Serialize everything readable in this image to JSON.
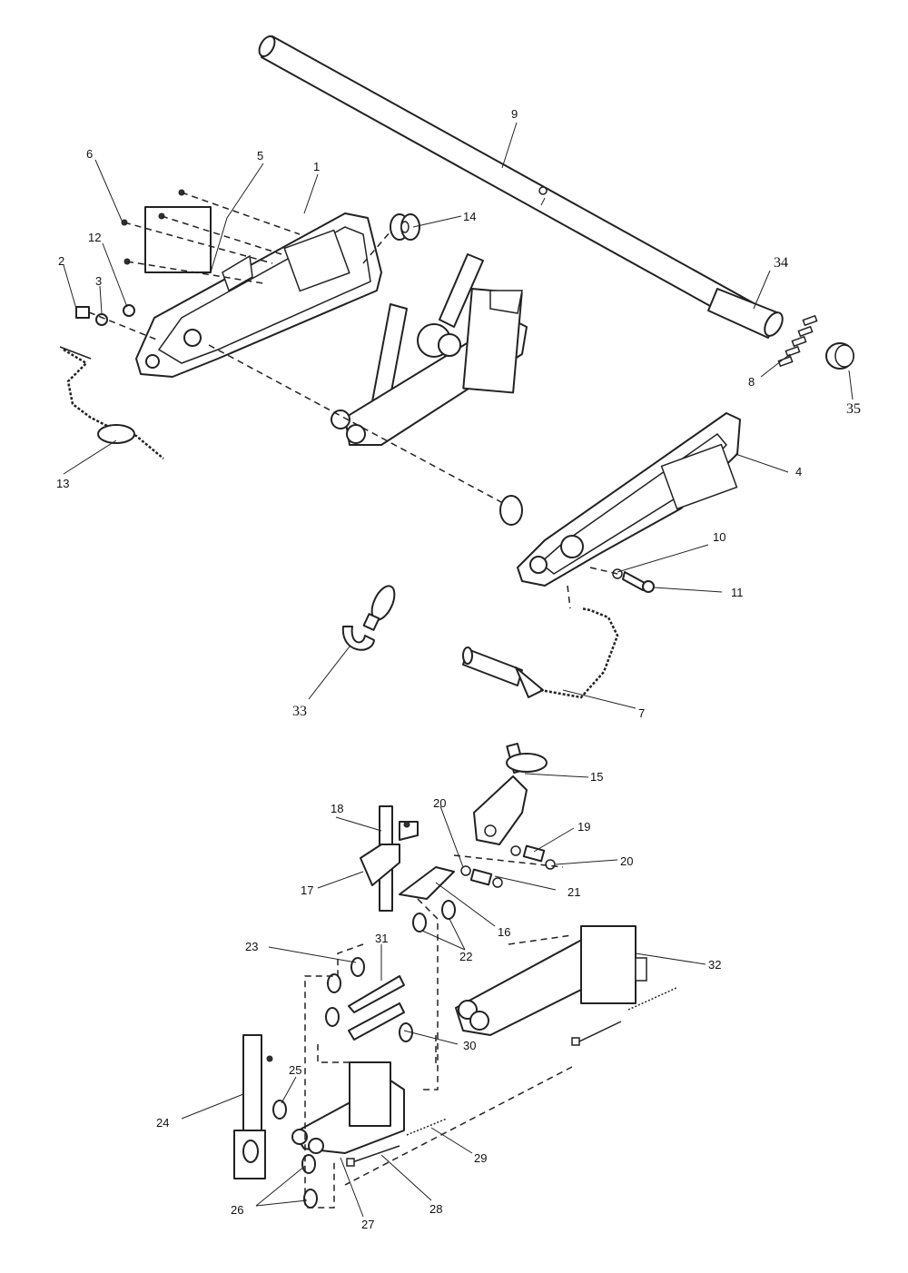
{
  "diagram": {
    "kind": "exploded-parts-view",
    "line_color": "#222222",
    "background": "#ffffff",
    "labels": {
      "p1": "1",
      "p2": "2",
      "p3": "3",
      "p4": "4",
      "p5": "5",
      "p6": "6",
      "p7": "7",
      "p8": "8",
      "p9": "9",
      "p10": "10",
      "p11": "11",
      "p12": "12",
      "p13": "13",
      "p14": "14",
      "p15": "15",
      "p16": "16",
      "p17": "17",
      "p18": "18",
      "p19": "19",
      "p20a": "20",
      "p20b": "20",
      "p21": "21",
      "p22": "22",
      "p23": "23",
      "p24": "24",
      "p25": "25",
      "p26": "26",
      "p27": "27",
      "p28": "28",
      "p29": "29",
      "p30": "30",
      "p31": "31",
      "p32": "32",
      "p33": "33",
      "p34": "34",
      "p35": "35"
    }
  }
}
